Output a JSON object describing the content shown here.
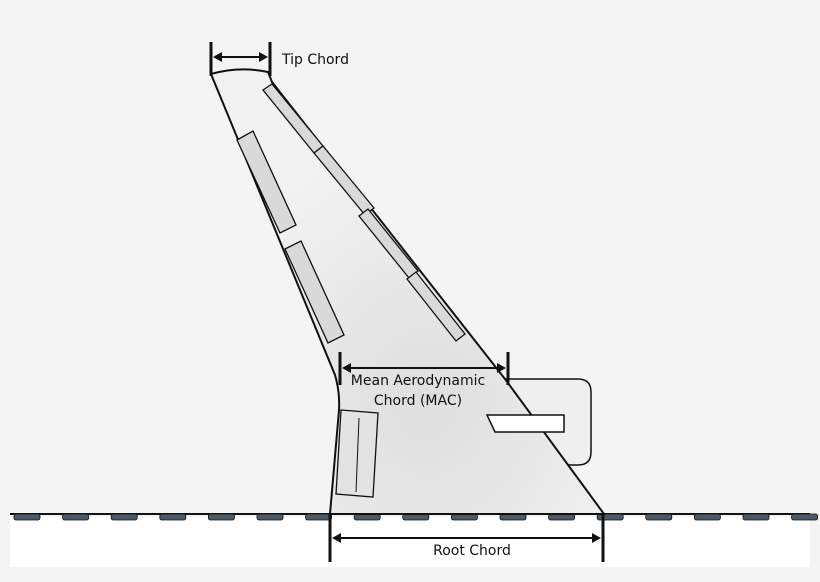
{
  "labels": {
    "tip_chord": "Tip Chord",
    "mac_line1": "Mean Aerodynamic",
    "mac_line2": "Chord (MAC)",
    "root_chord": "Root Chord"
  },
  "colors": {
    "background": "#f4f4f4",
    "wing_fill": "#ebebeb",
    "outline": "#111111",
    "surface_fill": "#d9d9d9",
    "fuselage_fill": "#ffffff",
    "fuselage_window": "#4d5a66"
  }
}
